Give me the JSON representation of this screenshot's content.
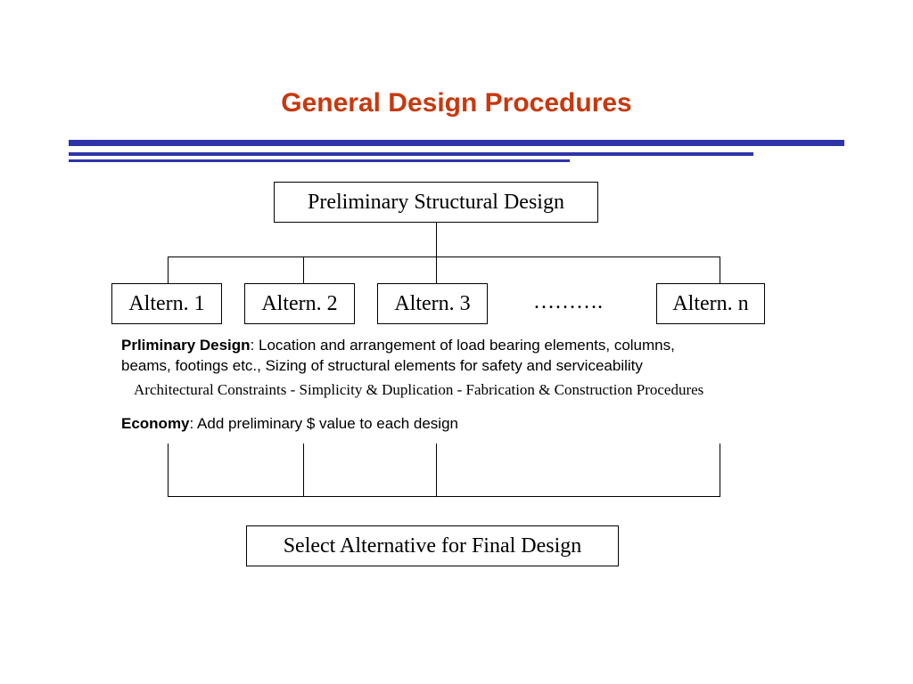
{
  "title": "General Design Procedures",
  "colors": {
    "title": "#C8380E",
    "rule": "#2E34A8",
    "line": "#000000"
  },
  "nodes": {
    "preliminary": "Preliminary Structural Design",
    "alternatives": [
      "Altern. 1",
      "Altern. 2",
      "Altern. 3",
      "Altern. n"
    ],
    "ellipsis": "……….",
    "final": "Select Alternative for Final Design"
  },
  "notes": {
    "preliminary_label": "Prliminary Design",
    "preliminary_text_1": ": Location and arrangement of load bearing elements, columns,",
    "preliminary_text_2": "beams, footings etc., Sizing of structural elements for safety and serviceability",
    "constraints": "Architectural Constraints - Simplicity & Duplication - Fabrication & Construction Procedures",
    "economy_label": "Economy",
    "economy_text": ": Add preliminary $ value to each design"
  }
}
